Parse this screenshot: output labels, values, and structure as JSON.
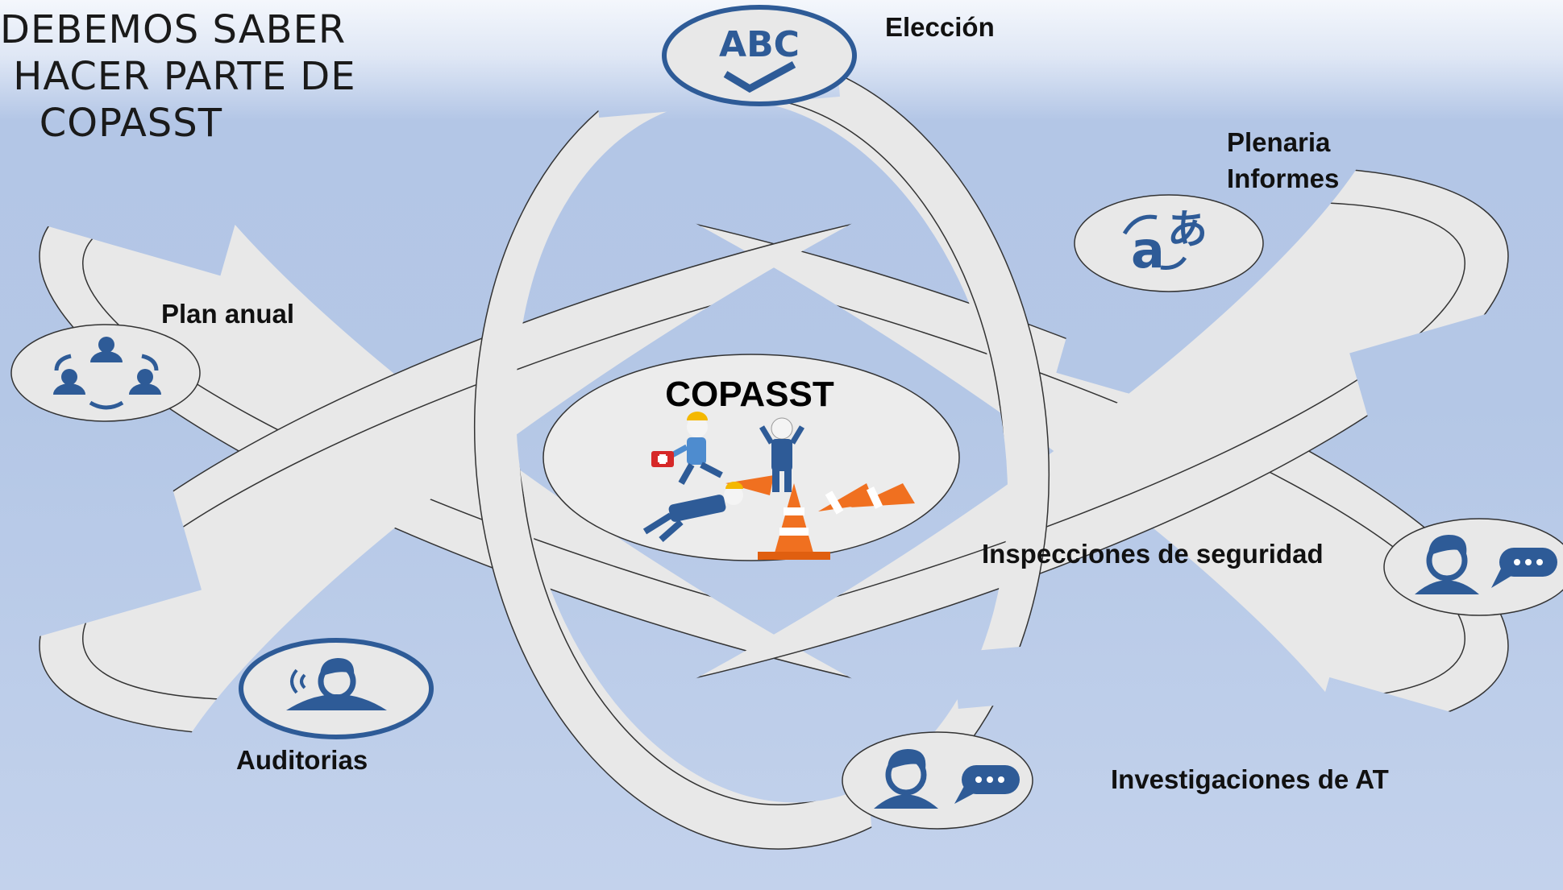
{
  "slide": {
    "title": "DEBEMOS SABER\n HACER PARTE DE\n   COPASST",
    "center": {
      "label": "COPASST",
      "illustration": "safety-workers-cones-illustration"
    },
    "nodes": [
      {
        "id": "eleccion",
        "label": "Elección",
        "icon": "abc-check-icon"
      },
      {
        "id": "plenaria",
        "label_line1": "Plenaria",
        "label_line2": "Informes",
        "icon": "translate-icon"
      },
      {
        "id": "plan",
        "label": "Plan anual",
        "icon": "group-cycle-icon"
      },
      {
        "id": "inspecciones",
        "label": "Inspecciones de seguridad",
        "icon": "person-chat-icon"
      },
      {
        "id": "auditorias",
        "label": "Auditorias",
        "icon": "person-speaking-icon"
      },
      {
        "id": "investigaciones",
        "label": "Investigaciones de AT",
        "icon": "person-chat-icon"
      }
    ]
  },
  "colors": {
    "icon_blue": "#2e5b97",
    "orbit_fill": "#e8e8e8",
    "orbit_stroke": "#333333",
    "circle_fill": "#e8e8e8"
  }
}
